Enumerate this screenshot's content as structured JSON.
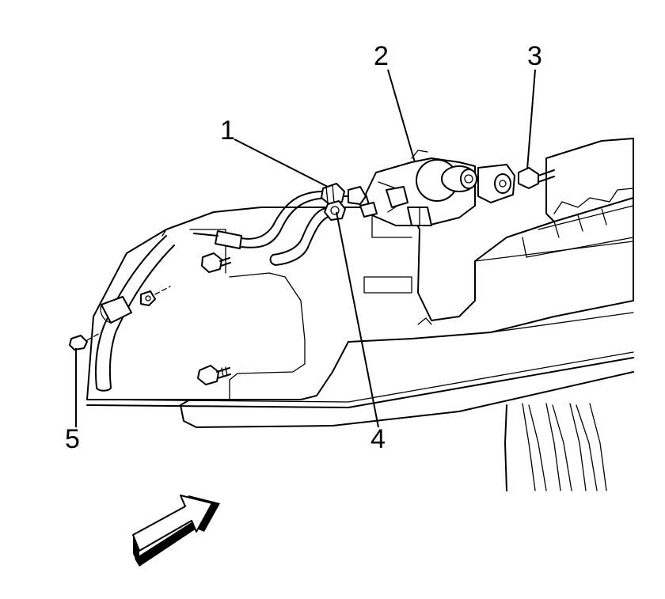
{
  "callouts": [
    {
      "id": "1",
      "label": "1"
    },
    {
      "id": "2",
      "label": "2"
    },
    {
      "id": "3",
      "label": "3"
    },
    {
      "id": "4",
      "label": "4"
    },
    {
      "id": "5",
      "label": "5"
    }
  ],
  "icons": {
    "view_arrow": "front-direction-arrow-icon"
  }
}
